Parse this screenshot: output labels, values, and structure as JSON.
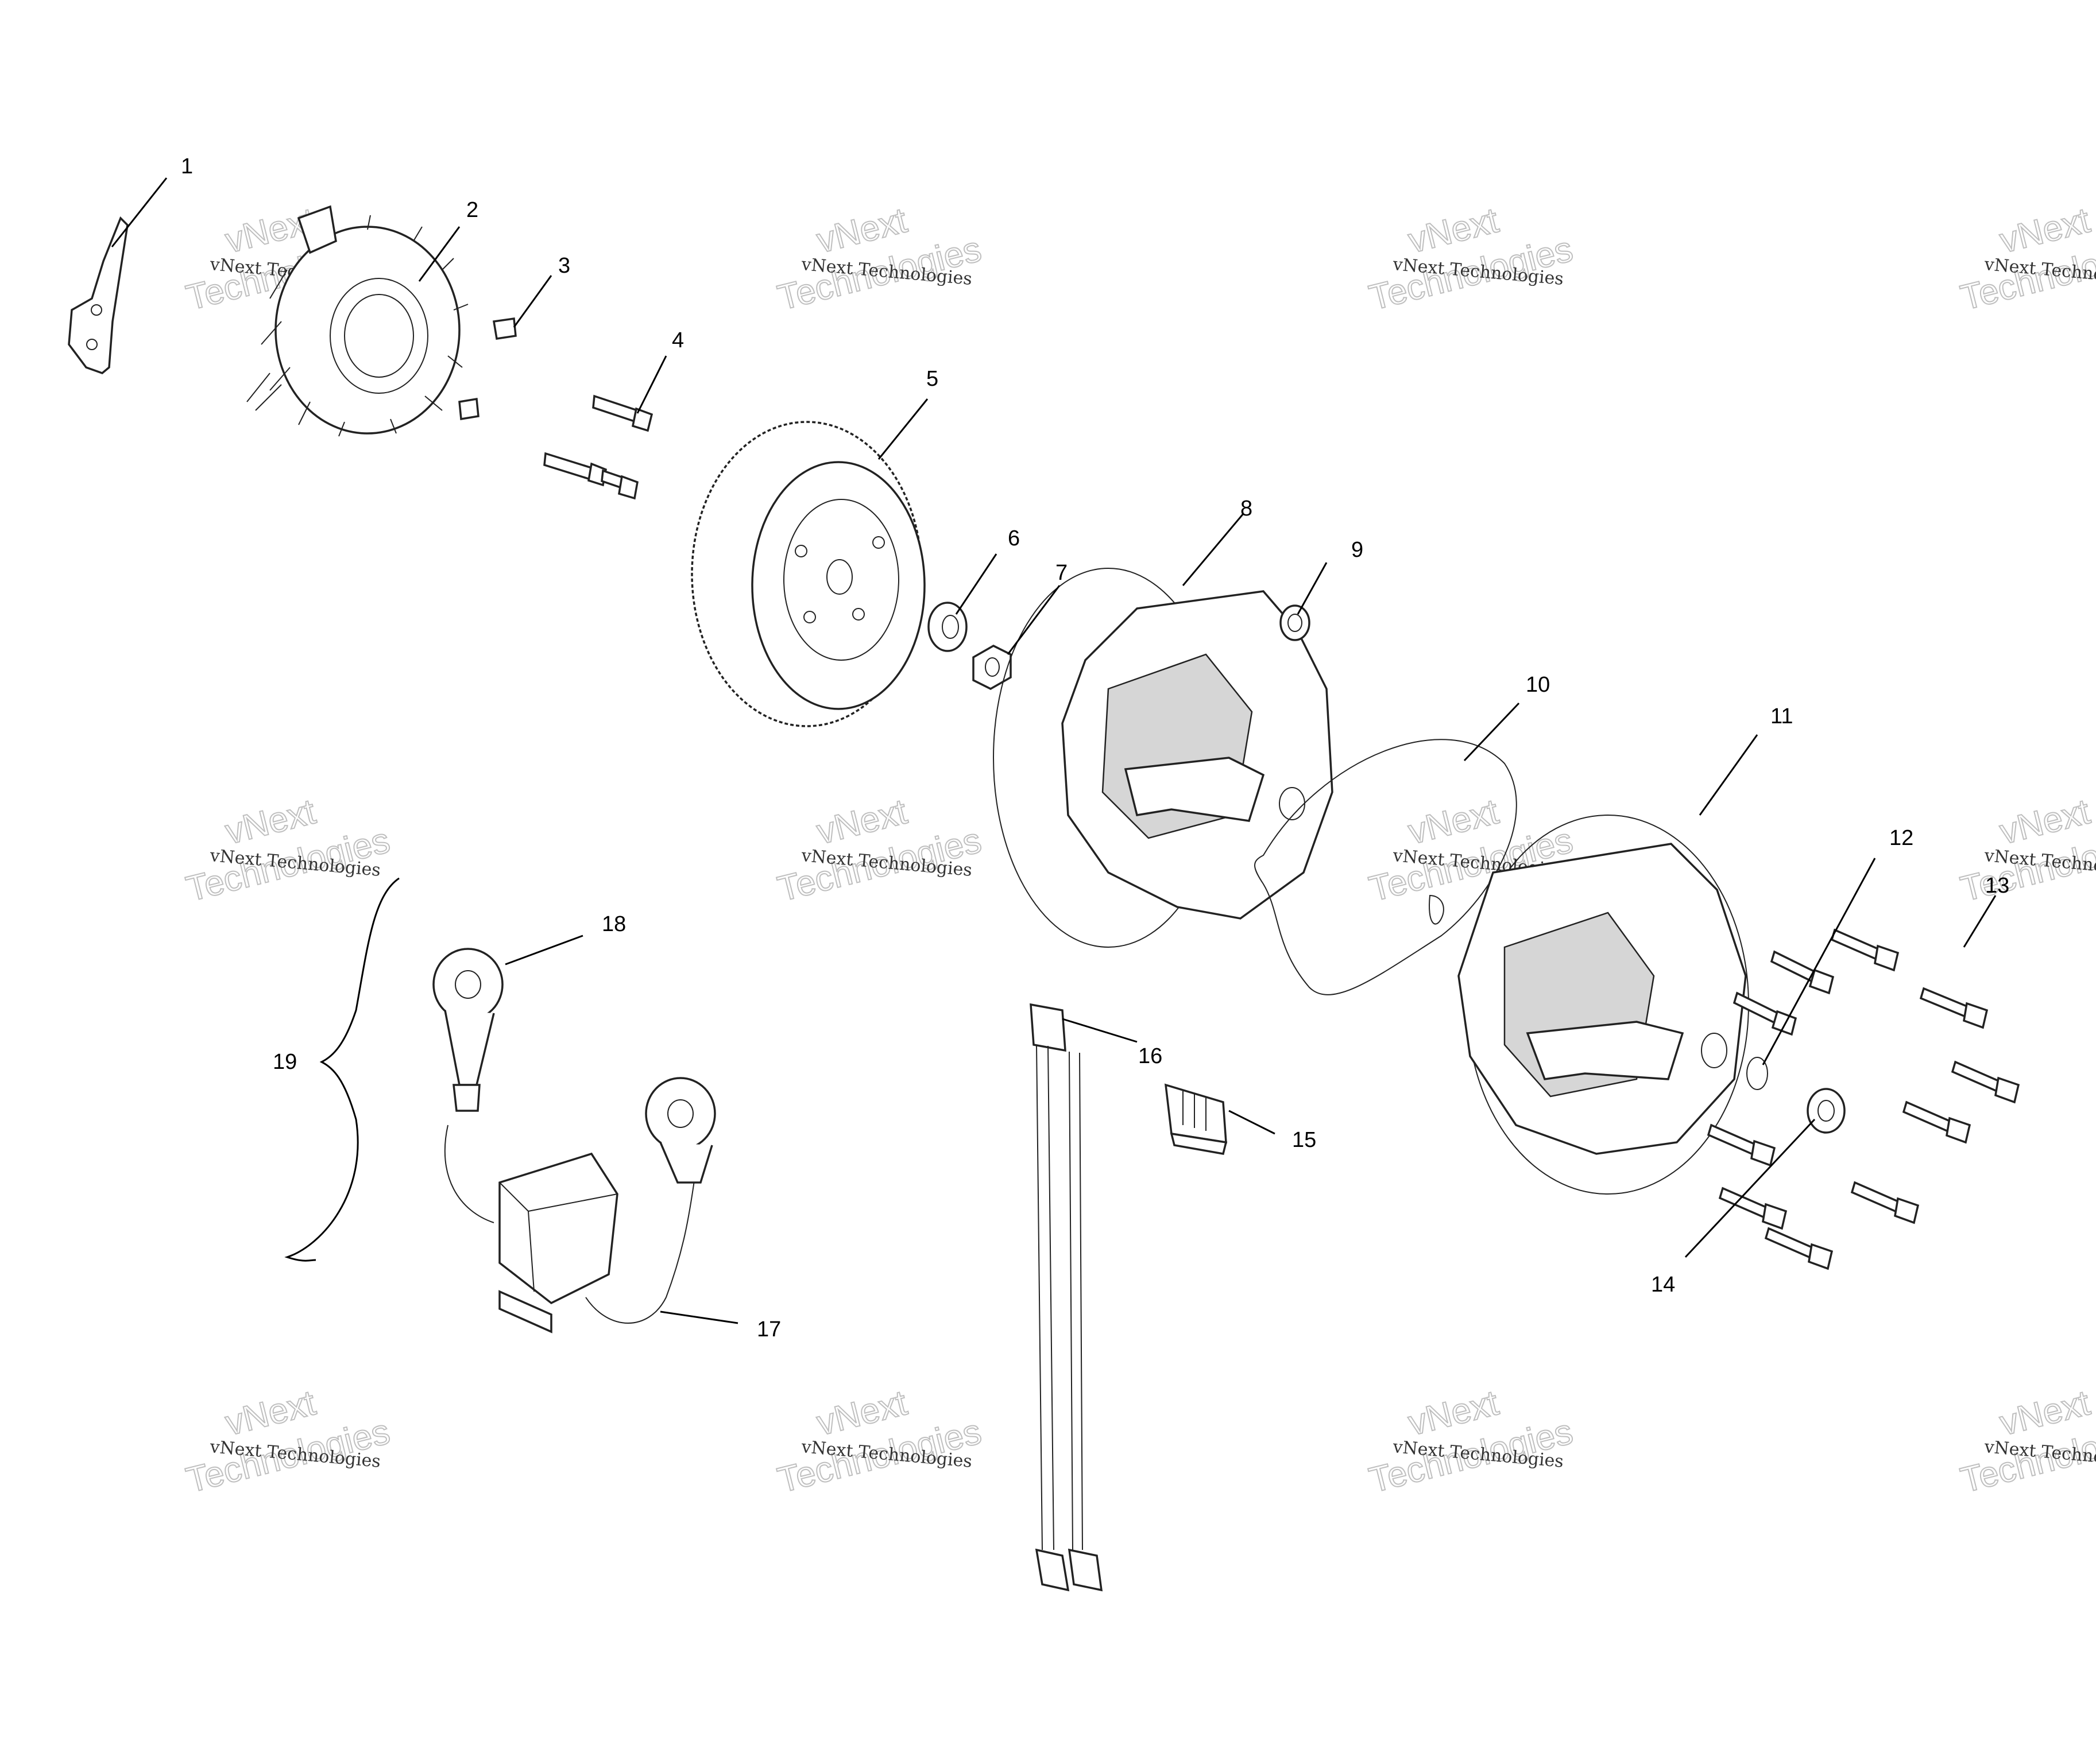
{
  "watermark": {
    "line1": "vNext Technologies",
    "line2": "vNext",
    "line3": "Technologies"
  },
  "callouts": [
    {
      "id": "c1",
      "label": "1"
    },
    {
      "id": "c2",
      "label": "2"
    },
    {
      "id": "c3",
      "label": "3"
    },
    {
      "id": "c4",
      "label": "4"
    },
    {
      "id": "c5",
      "label": "5"
    },
    {
      "id": "c6",
      "label": "6"
    },
    {
      "id": "c7",
      "label": "7"
    },
    {
      "id": "c8",
      "label": "8"
    },
    {
      "id": "c9",
      "label": "9"
    },
    {
      "id": "c10",
      "label": "10"
    },
    {
      "id": "c11",
      "label": "11"
    },
    {
      "id": "c12",
      "label": "12"
    },
    {
      "id": "c13",
      "label": "13"
    },
    {
      "id": "c14",
      "label": "14"
    },
    {
      "id": "c15",
      "label": "15"
    },
    {
      "id": "c16",
      "label": "16"
    },
    {
      "id": "c17",
      "label": "17"
    },
    {
      "id": "c18",
      "label": "18"
    },
    {
      "id": "c19",
      "label": "19"
    }
  ]
}
